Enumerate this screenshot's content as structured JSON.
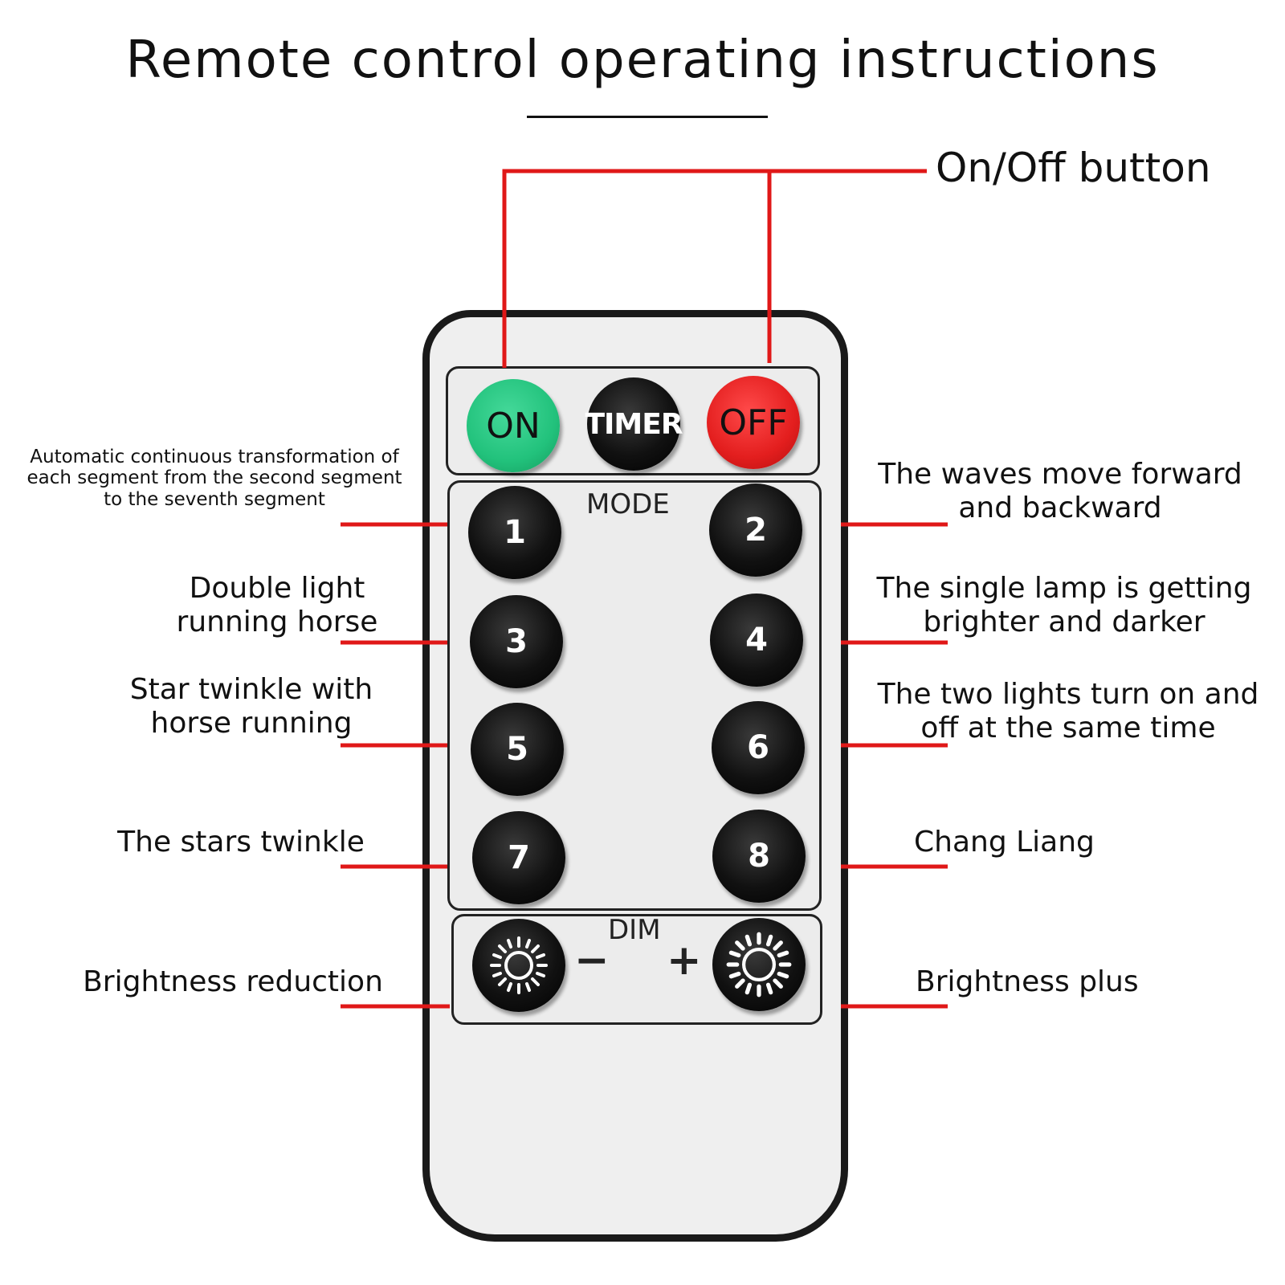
{
  "title": "Remote control operating instructions",
  "onoff_label": "On/Off button",
  "remote": {
    "on_label": "ON",
    "timer_label": "TIMER",
    "off_label": "OFF",
    "mode_label": "MODE",
    "dim_label": "DIM",
    "minus_sign": "−",
    "plus_sign": "+",
    "mode_buttons": [
      "1",
      "2",
      "3",
      "4",
      "5",
      "6",
      "7",
      "8"
    ]
  },
  "labels": {
    "mode1": "Automatic continuous transformation of each segment from the second segment to the seventh segment",
    "mode2": "The waves move forward and backward",
    "mode3": "Double light running horse",
    "mode4": "The single lamp is getting brighter and darker",
    "mode5": "Star twinkle with horse running",
    "mode6": "The two lights turn on and off at the same time",
    "mode7": "The stars twinkle",
    "mode8": "Chang Liang",
    "dim_minus": "Brightness reduction",
    "dim_plus": "Brightness plus"
  },
  "colors": {
    "wire": "#e01818",
    "on_button": "#22c27c",
    "off_button": "#e31e1e",
    "body": "#efefef"
  },
  "icons": {
    "dim_minus": "sun-outline-icon",
    "dim_plus": "sun-bold-icon"
  }
}
